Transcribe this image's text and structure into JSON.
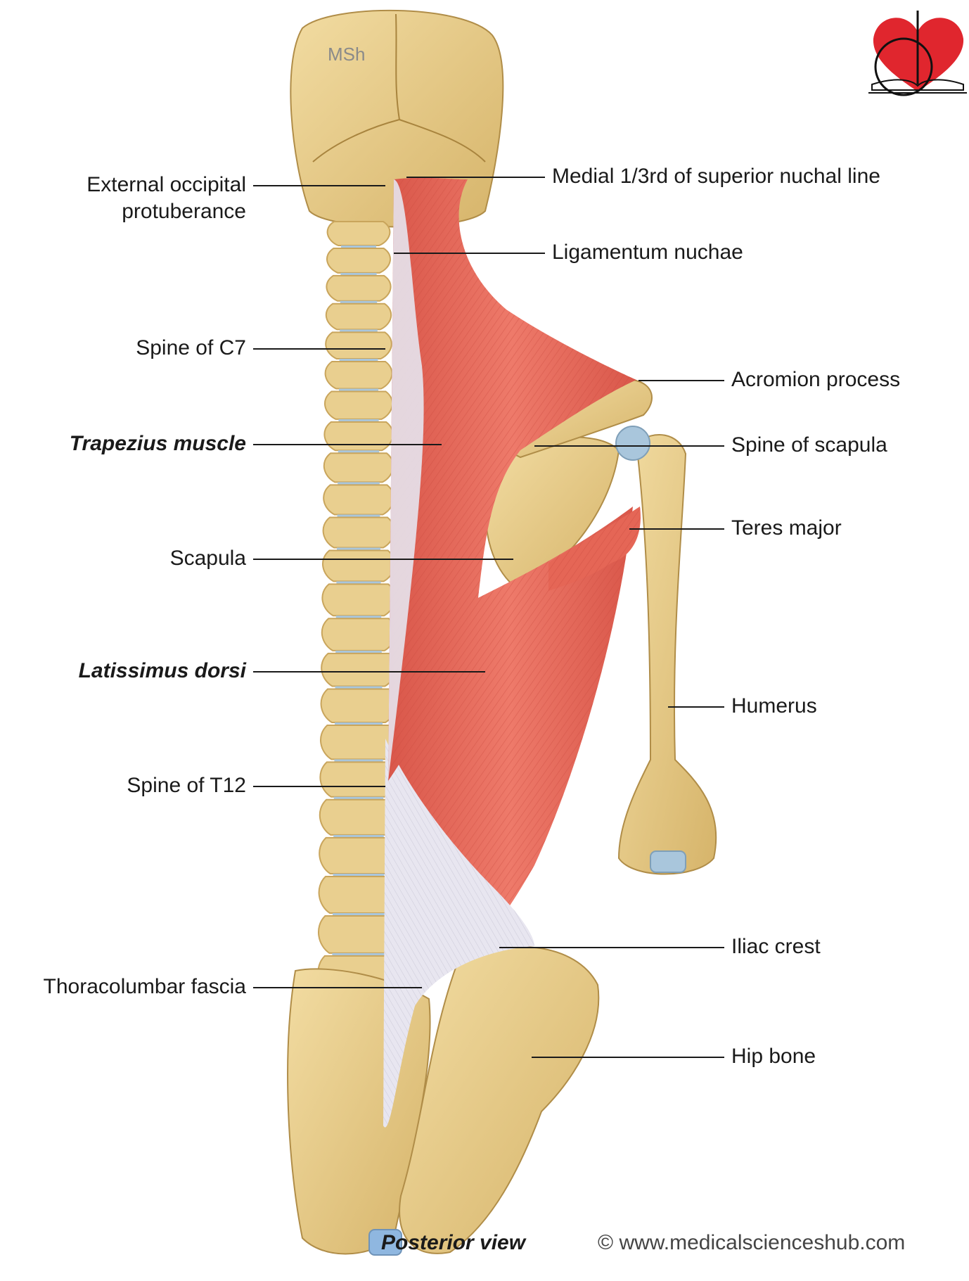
{
  "watermark": "MSh",
  "caption": "Posterior view",
  "copyright": "© www.medicalscienceshub.com",
  "labels": {
    "external_occipital": [
      "External occipital",
      "protuberance"
    ],
    "spine_c7": "Spine of C7",
    "trapezius": "Trapezius muscle",
    "scapula": "Scapula",
    "latissimus": "Latissimus dorsi",
    "spine_t12": "Spine of T12",
    "thoracolumbar": "Thoracolumbar fascia",
    "superior_nuchal": "Medial 1/3rd of superior nuchal line",
    "ligamentum_nuchae": "Ligamentum nuchae",
    "acromion": "Acromion process",
    "spine_scapula": "Spine of scapula",
    "teres_major": "Teres major",
    "humerus": "Humerus",
    "iliac_crest": "Iliac crest",
    "hip_bone": "Hip bone"
  },
  "colors": {
    "bone": "#e9cf8f",
    "bone_shade": "#c9a55c",
    "muscle": "#e8695a",
    "muscle_dark": "#c94a3e",
    "fascia": "#e6e4ee",
    "cartilage": "#a9c6dc",
    "logo_heart": "#e0262e"
  },
  "icons": [
    "heart-stethoscope-logo-icon",
    "open-book-icon"
  ]
}
